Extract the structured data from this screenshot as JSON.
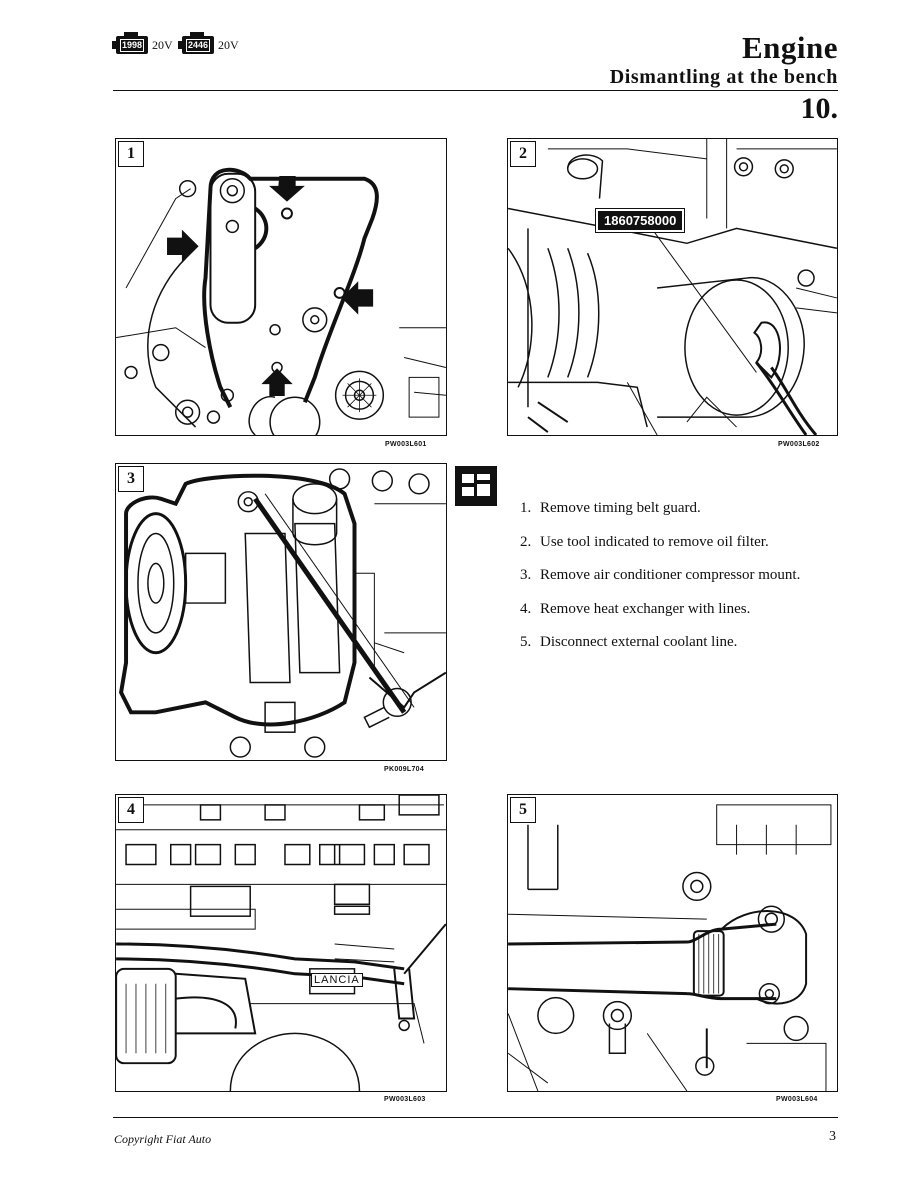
{
  "header": {
    "badges": [
      {
        "engine": "1998",
        "valves": "20V"
      },
      {
        "engine": "2446",
        "valves": "20V"
      }
    ],
    "title": "Engine",
    "subtitle": "Dismantling at the bench",
    "section": "10."
  },
  "figures": [
    {
      "number": "1",
      "code": "PW003L601"
    },
    {
      "number": "2",
      "code": "PW003L602",
      "tool": "1860758000"
    },
    {
      "number": "3",
      "code": "PK009L704"
    },
    {
      "number": "4",
      "code": "PW003L603",
      "marking": "LANCIA"
    },
    {
      "number": "5",
      "code": "PW003L604"
    }
  ],
  "steps": [
    {
      "n": "1.",
      "text": "Remove timing belt guard."
    },
    {
      "n": "2.",
      "text": "Use tool indicated to remove oil filter."
    },
    {
      "n": "3.",
      "text": "Remove air conditioner compressor mount."
    },
    {
      "n": "4.",
      "text": "Remove heat exchanger with lines."
    },
    {
      "n": "5.",
      "text": "Disconnect external coolant line."
    }
  ],
  "footer": {
    "copyright": "Copyright Fiat Auto",
    "page": "3"
  }
}
